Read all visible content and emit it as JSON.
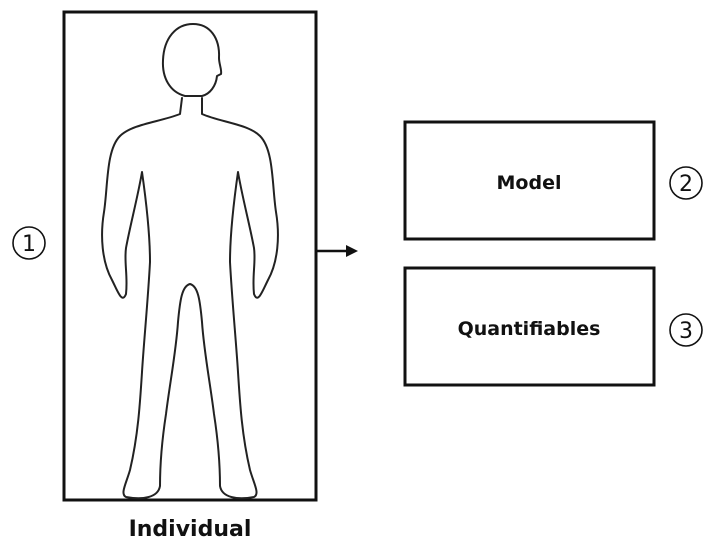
{
  "individual": {
    "marker": "1",
    "label": "Individual",
    "figure_icon": "human-silhouette-icon"
  },
  "arrow_icon": "arrow-right-icon",
  "boxes": [
    {
      "marker": "2",
      "label": "Model"
    },
    {
      "marker": "3",
      "label": "Quantifiables"
    }
  ]
}
